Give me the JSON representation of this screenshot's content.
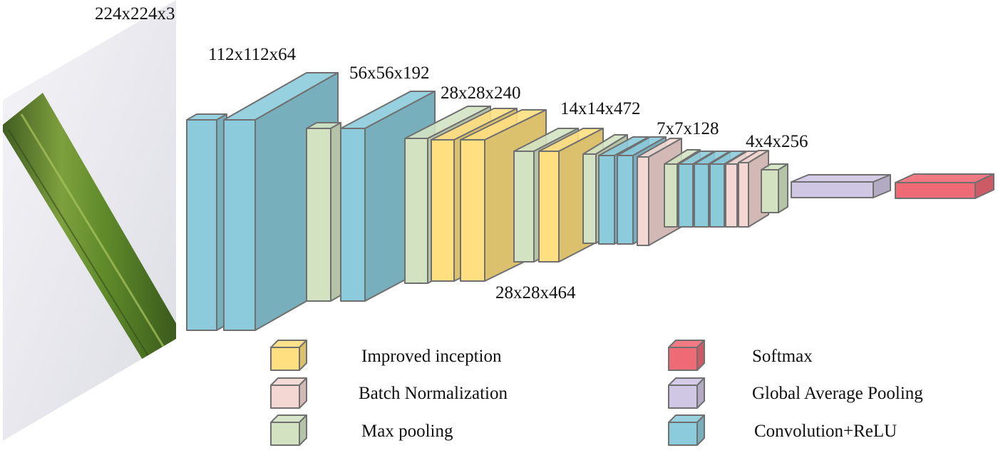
{
  "input_image": {
    "label": "224x224x3"
  },
  "feature_map_labels": {
    "conv1": "112x112x64",
    "conv2": "56x56x192",
    "inception_a": "28x28x240",
    "inception_b": "28x28x464",
    "inception_c": "14x14x472",
    "inception_d": "7x7x128",
    "final": "4x4x256"
  },
  "colors": {
    "improved_inception": "#FFDF80",
    "batch_normalization": "#F4D7D2",
    "max_pooling": "#D3E3C2",
    "softmax": "#EE6A75",
    "global_average_pooling": "#CFC7E3",
    "convolution_relu": "#8CCBDB",
    "edge": "#707070",
    "leaf": "#6E8F36"
  },
  "legend": {
    "improved_inception": "Improved inception",
    "batch_normalization": "Batch Normalization",
    "max_pooling": "Max pooling",
    "softmax": "Softmax",
    "global_average_pooling": "Global Average Pooling",
    "convolution_relu": "Convolution+ReLU"
  }
}
